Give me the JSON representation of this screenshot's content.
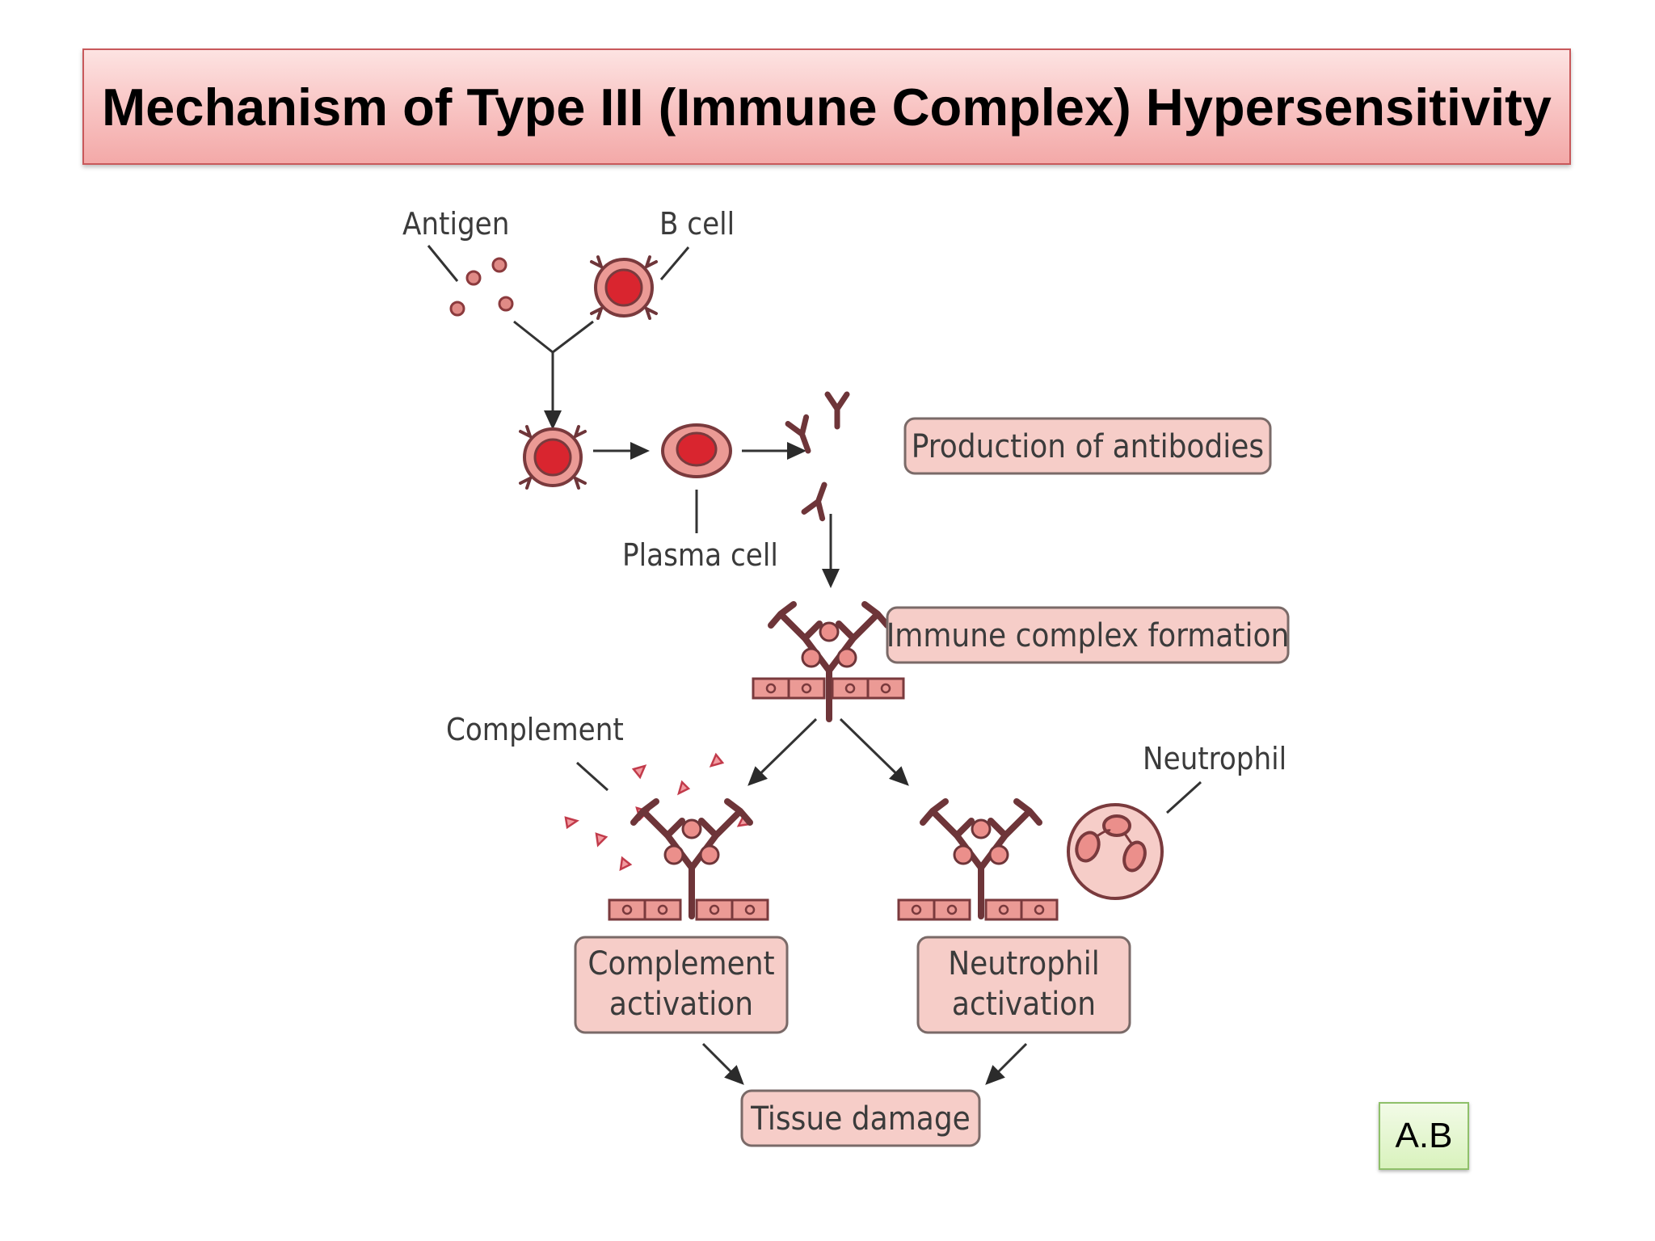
{
  "title": "Mechanism of Type III (Immune Complex) Hypersensitivity",
  "labels": {
    "antigen": "Antigen",
    "b_cell": "B cell",
    "plasma_cell": "Plasma cell",
    "complement": "Complement",
    "neutrophil": "Neutrophil"
  },
  "boxes": {
    "production_of_antibodies": "Production of antibodies",
    "immune_complex_formation": "Immune complex formation",
    "complement_activation": [
      "Complement",
      "activation"
    ],
    "neutrophil_activation": [
      "Neutrophil",
      "activation"
    ],
    "tissue_damage": "Tissue damage"
  },
  "author_badge": "A.B",
  "colors": {
    "title_fill": "#f8c2c1",
    "title_border": "#c8595b",
    "box_fill": "#f6cdc8",
    "box_border": "#7a6a68",
    "cell_red": "#d9252f",
    "cell_pink": "#eb9a95",
    "antibody": "#7b3a3f",
    "badge_fill": "#d9f2bd"
  }
}
